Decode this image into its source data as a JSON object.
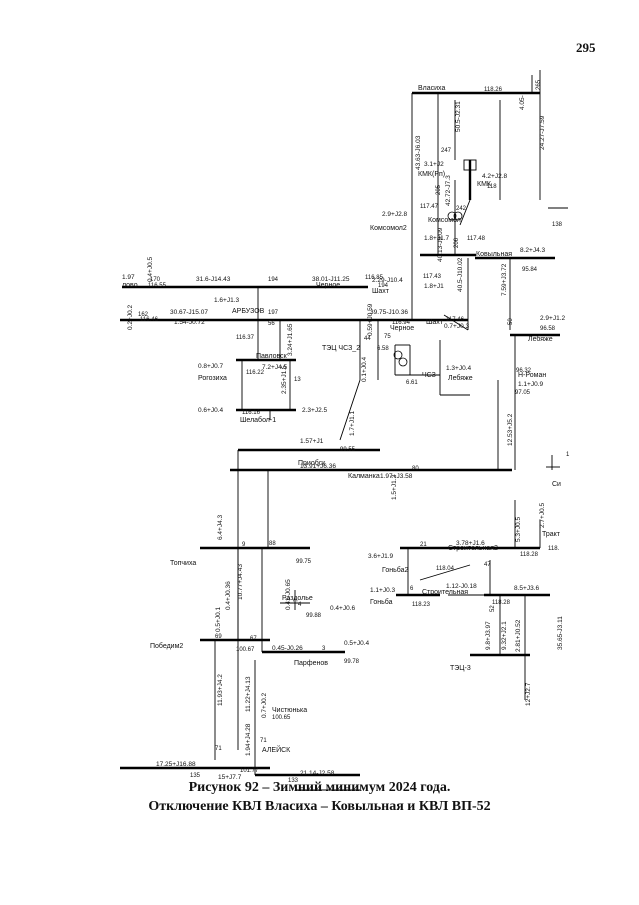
{
  "page_number": "295",
  "caption": {
    "line1": "Рисунок 92 – Зимний минимум 2024 года.",
    "line2": "Отключение КВЛ Власиха – Ковыльная и КВЛ ВП-52"
  },
  "nodes": {
    "vlasikha": "Власиха",
    "kmk": "КМК",
    "kmk_rp": "КМК(Рп)",
    "komsomol": "Комсомол",
    "komsomol2": "Комсомол2",
    "kovylnaya": "Ковыльная",
    "chernoe": "Черное",
    "chernoe2": "Черное",
    "shakh": "Шахт",
    "shakh2": "Шахт",
    "lovo": "лово",
    "arbuzov": "АРБУЗОВ",
    "pavlovsk": "Павловск",
    "rogozikha": "Рогозиха",
    "shelabol": "Шелабол-1",
    "tets_chsz2": "ТЭЦ ЧСЗ_2",
    "chsz": "ЧСЗ",
    "lebyazhe": "Лебяже",
    "lebyazhe2": "Лебяже",
    "n_roman": "Н-Роман",
    "priobsk": "Приобск",
    "kalmanka": "Калманка",
    "si": "Си",
    "topchikha": "Топчиха",
    "razdolye": "Раздолье",
    "pobedim2": "Победим2",
    "parfenov": "Парфенов",
    "chistyunka": "Чистюнька",
    "aleysk": "АЛЕЙСК",
    "gonba2": "Гоньба2",
    "gonba": "Гоньба",
    "stroitelnaya2": "Строительная2",
    "stroitelnaya": "Строительная",
    "trakt": "Тракт",
    "tets3": "ТЭЦ-3"
  },
  "values": {
    "v_vlasikha": "118.26",
    "v_kmk": "118",
    "v_komsomol": "117.47",
    "v_kovyl": "117.48",
    "v_kovyl2": "95.84",
    "v_chernoe": "116.85",
    "v_chernoe_b": "116.94",
    "v_shakh": "117.43",
    "v_shakh2": "117.46",
    "v_lovo": "116.55",
    "v_lovo2": "116.46",
    "v_arbuzov": "116.37",
    "v_rogoz": "116.22",
    "v_shelabol": "116.16",
    "v_lebyazhe": "96.58",
    "v_lebyazhe2": "96.32",
    "v_nroman": "97.05",
    "v_chsz": "6.61",
    "v_chsz2": "6.58",
    "v_priobsk": "99.55",
    "v_topch": "99.75",
    "v_razd": "99.88",
    "v_pobed": "100.67",
    "v_parf": "99.78",
    "v_chist": "100.65",
    "v_aleysk": "101.77",
    "v_gonba2": "118.04",
    "v_gonba": "118.23",
    "v_stroit": "118.28",
    "v_stroit2": "118.28",
    "v_trakt": "118.",
    "v_138": "138",
    "v_133": "133"
  },
  "flows": {
    "f1": "4.05-",
    "f2": "43.63-J6.03",
    "f3": "50.5-J2.31",
    "f4": "24.27-J7.59",
    "f5": "3.1+J2",
    "f6": "4.2+J2.8",
    "f7": "42.72-J7.3",
    "f8": "2.9+J2.8",
    "f9": "1.8+J1.7",
    "f10": "40.13-J9.09",
    "f11": "8.2+J4.3",
    "f12": "1.97",
    "f13": "0.4+J0.5",
    "f14": "31.6-J14.43",
    "f15": "38.01-J11.25",
    "f16": "2.29-J10.4",
    "f17": "1.8+J1",
    "f18": "40.5-J10.02",
    "f19": "7.59+J3.72",
    "f20": "1.6+J1.3",
    "f21": "30.67-J15.07",
    "f22": "1.54-J0.72",
    "f23": "39.75-J10.36",
    "f24": "0.7+J0.3",
    "f25": "2.9+J1.2",
    "f26": "0.2+J0.2",
    "f27": "3.24+J1.65",
    "f28": "0.59+J0.59",
    "f29": "0.8+J0.7",
    "f30": "7.2+J4.5",
    "f31": "2.35+J1.5",
    "f32": "0.1+J0.4",
    "f33": "1.3+J0.4",
    "f34": "1.1+J0.9",
    "f35": "0.6+J0.4",
    "f36": "2.3+J2.5",
    "f37": "12.53+J5.2",
    "f38": "1.57+J1",
    "f39": "1.7+J1.1",
    "f40": "13.91+J6.36",
    "f41": "1.97+J3.58",
    "f42": "1.5+J1.2",
    "f43": "6.4+J4.3",
    "f44": "3.78+J1.6",
    "f45": "5.3+J0.5",
    "f46": "2.7+J0.5",
    "f47": "3.6+J1.9",
    "f48": "10.77+J4.43",
    "f49": "0.41-J0.65",
    "f50": "0.4+J0.6",
    "f51": "1.1+J0.3",
    "f52": "1.12-J0.18",
    "f53": "8.5+J3.6",
    "f54": "0.5+J0.1",
    "f55": "0.4+J0.36",
    "f56": "0.45-J0.26",
    "f57": "0.5+J0.4",
    "f58": "9.8+J3.97",
    "f59": "9.32+J2.1",
    "f60": "2.81+J0.52",
    "f61": "35.65-J3.11",
    "f62": "11.93+J4.2",
    "f63": "11.22+J4.13",
    "f64": "0.7+J0.2",
    "f65": "12+J2.7",
    "f66": "1.94+J4.28",
    "f67": "17.25+J16.88",
    "f68": "15+J7.7",
    "f69": "21.14-J2.58"
  },
  "branch_ids": {
    "b265": "265",
    "b247": "247",
    "b242": "242",
    "b205": "205",
    "b206": "206",
    "b194": "194",
    "b194b": "194",
    "b170": "170",
    "b162": "162",
    "b197": "197",
    "b56": "56",
    "b13": "13",
    "b75": "75",
    "b44": "44",
    "b50": "50",
    "b80": "80",
    "b9": "9",
    "b88": "88",
    "b21": "21",
    "b47": "47",
    "b4": "4",
    "b69": "69",
    "b67": "67",
    "b6": "6",
    "b3": "3",
    "b52": "52",
    "b71": "71",
    "b71b": "71",
    "b135": "135",
    "b1": "1"
  }
}
